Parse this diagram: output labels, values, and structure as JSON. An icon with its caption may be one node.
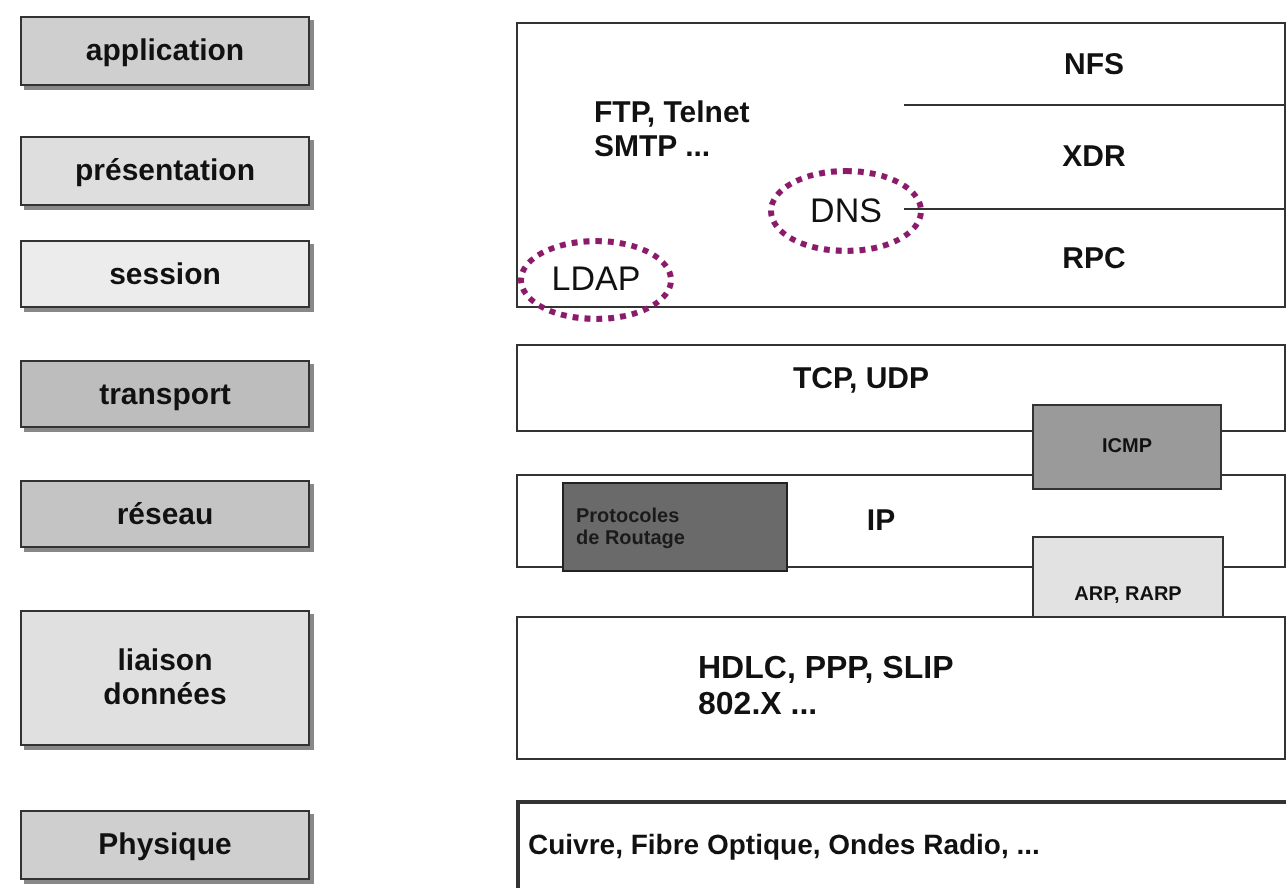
{
  "diagram": {
    "nodes": [
      {
        "text": [
          "application"
        ]
      },
      {
        "text": [
          "présentation"
        ]
      },
      {
        "text": [
          "session"
        ]
      },
      {
        "text": [
          "transport"
        ]
      },
      {
        "text": [
          "réseau"
        ]
      },
      {
        "text": [
          "liaison données"
        ]
      },
      {
        "text": [
          "Physique"
        ]
      },
      {
        "text": [
          "FTP, Telnet SMTP ..."
        ]
      },
      {
        "text": [
          "DNS"
        ],
        "in": 7
      },
      {
        "text": [
          "LDAP"
        ],
        "in": 7
      },
      {
        "text": [
          "NFS"
        ]
      },
      {
        "text": [
          "XDR"
        ]
      },
      {
        "text": [
          "RPC"
        ]
      },
      {
        "text": [
          "TCP, UDP"
        ]
      },
      {
        "text": [
          "ICMP"
        ]
      },
      {
        "text": [
          "IP"
        ]
      },
      {
        "text": [
          "Protocoles de Routage"
        ],
        "in": 15
      },
      {
        "text": [
          "ARP, RARP"
        ]
      },
      {
        "text": [
          "HDLC, PPP, SLIP 802.X ..."
        ]
      },
      {
        "text": [
          "Cuivre, Fibre Optique, Ondes Radio, ..."
        ]
      }
    ],
    "edges": []
  }
}
